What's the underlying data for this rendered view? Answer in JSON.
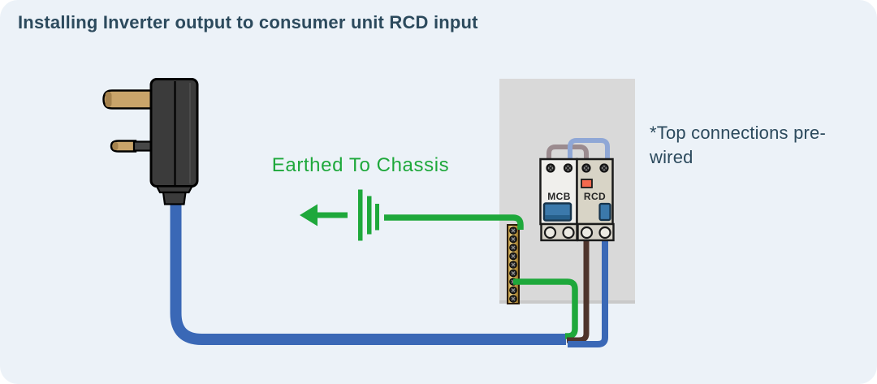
{
  "header": {
    "title": "Installing Inverter output to consumer unit RCD input"
  },
  "diagram": {
    "earth_label": "Earthed To Chassis",
    "prewired_note": "*Top connections pre-wired",
    "consumer_unit": {
      "mcb_label": "MCB",
      "rcd_label": "RCD"
    },
    "colors": {
      "background": "#ecf2f8",
      "heading_text": "#2c4a5d",
      "earth_green": "#1ea83b",
      "cable_blue": "#3a68b6",
      "wire_brown": "#4e342c",
      "prewired_grey": "#9b8b8f",
      "prewired_blue": "#8fa7d6",
      "panel_grey": "#d9d9d9",
      "panel_edge": "#c9c9c9",
      "mcb_body": "#f0efec",
      "rcd_body": "#d8d4c6",
      "terminal_strip": "#d6d2c8",
      "switch_blue": "#3b79ab",
      "test_button_orange": "#f4694e",
      "busbar_brass": "#c9a44a",
      "plug_body": "#3b3b3b",
      "plug_pin_brass": "#c9a46a"
    }
  }
}
